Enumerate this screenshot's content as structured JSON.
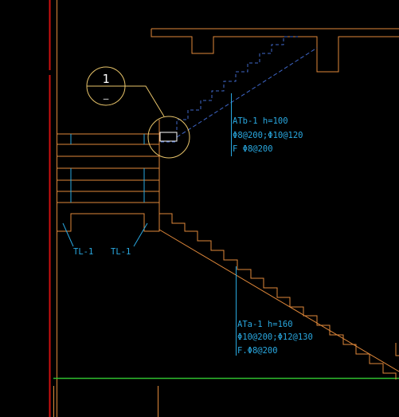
{
  "colors": {
    "background": "#000000",
    "stair_outline": "#e0883a",
    "hidden_line": "#3f67c9",
    "annotation": "#29a8e0",
    "axis_red": "#d01010",
    "ground_green": "#2fbf2f",
    "detail_circle": "#e8c46a",
    "white": "#ffffff"
  },
  "detail_callout": {
    "number": "1",
    "sheet": "—"
  },
  "upper_flight": {
    "label": "ATb-1 h=100",
    "rebar": "Φ8@200;Φ10@120",
    "distribution": "F Φ8@200"
  },
  "lower_flight": {
    "label": "ATa-1 h=160",
    "rebar": "Φ10@200;Φ12@130",
    "distribution": "F.Φ8@200"
  },
  "beam_labels": {
    "left": "TL-1",
    "right": "TL-1"
  }
}
